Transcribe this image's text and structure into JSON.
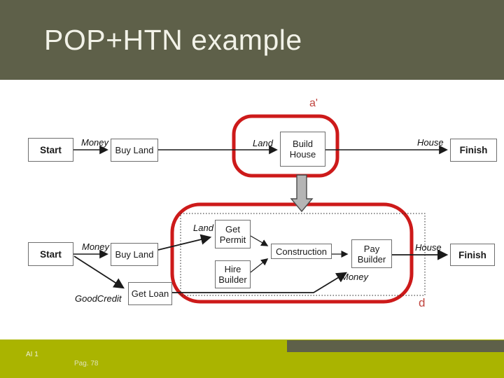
{
  "slide": {
    "title": "POP+HTN example"
  },
  "footer": {
    "course": "AI 1",
    "page": "Pag. 78"
  },
  "colors": {
    "header_olive": "#5e6049",
    "footer_green": "#aab400",
    "highlight_red": "#cd1a1a",
    "annotation_red": "#c0443e",
    "decompose_arrow_gray": "#b5b5b5"
  },
  "diagram": {
    "annotations": {
      "top_group": "a'",
      "bottom_group": "d"
    },
    "top": {
      "nodes": {
        "start": "Start",
        "buy_land": "Buy Land",
        "build_house": "Build House",
        "finish": "Finish"
      },
      "links": {
        "money": "Money",
        "land": "Land",
        "house": "House"
      }
    },
    "bottom": {
      "nodes": {
        "start": "Start",
        "buy_land": "Buy Land",
        "get_loan": "Get Loan",
        "get_permit": "Get Permit",
        "hire_builder": "Hire Builder",
        "construction": "Construction",
        "pay_builder": "Pay Builder",
        "finish": "Finish"
      },
      "links": {
        "money": "Money",
        "good_credit": "GoodCredit",
        "land": "Land",
        "money_loan": "Money",
        "house": "House"
      }
    }
  }
}
